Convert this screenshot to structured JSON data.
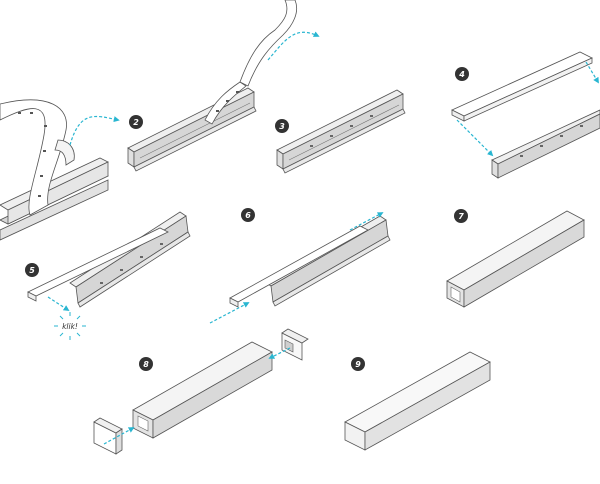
{
  "steps": [
    {
      "label": "2"
    },
    {
      "label": "3"
    },
    {
      "label": "4"
    },
    {
      "label": "5"
    },
    {
      "label": "6"
    },
    {
      "label": "7"
    },
    {
      "label": "8"
    },
    {
      "label": "9"
    }
  ],
  "annotations": {
    "click_label": "klik!"
  },
  "colors": {
    "outline": "#555555",
    "profile_fill": "#efefef",
    "profile_dark": "#d6d6d6",
    "arrow": "#29b6d1",
    "badge": "#333333",
    "tape": "#ffffff"
  }
}
